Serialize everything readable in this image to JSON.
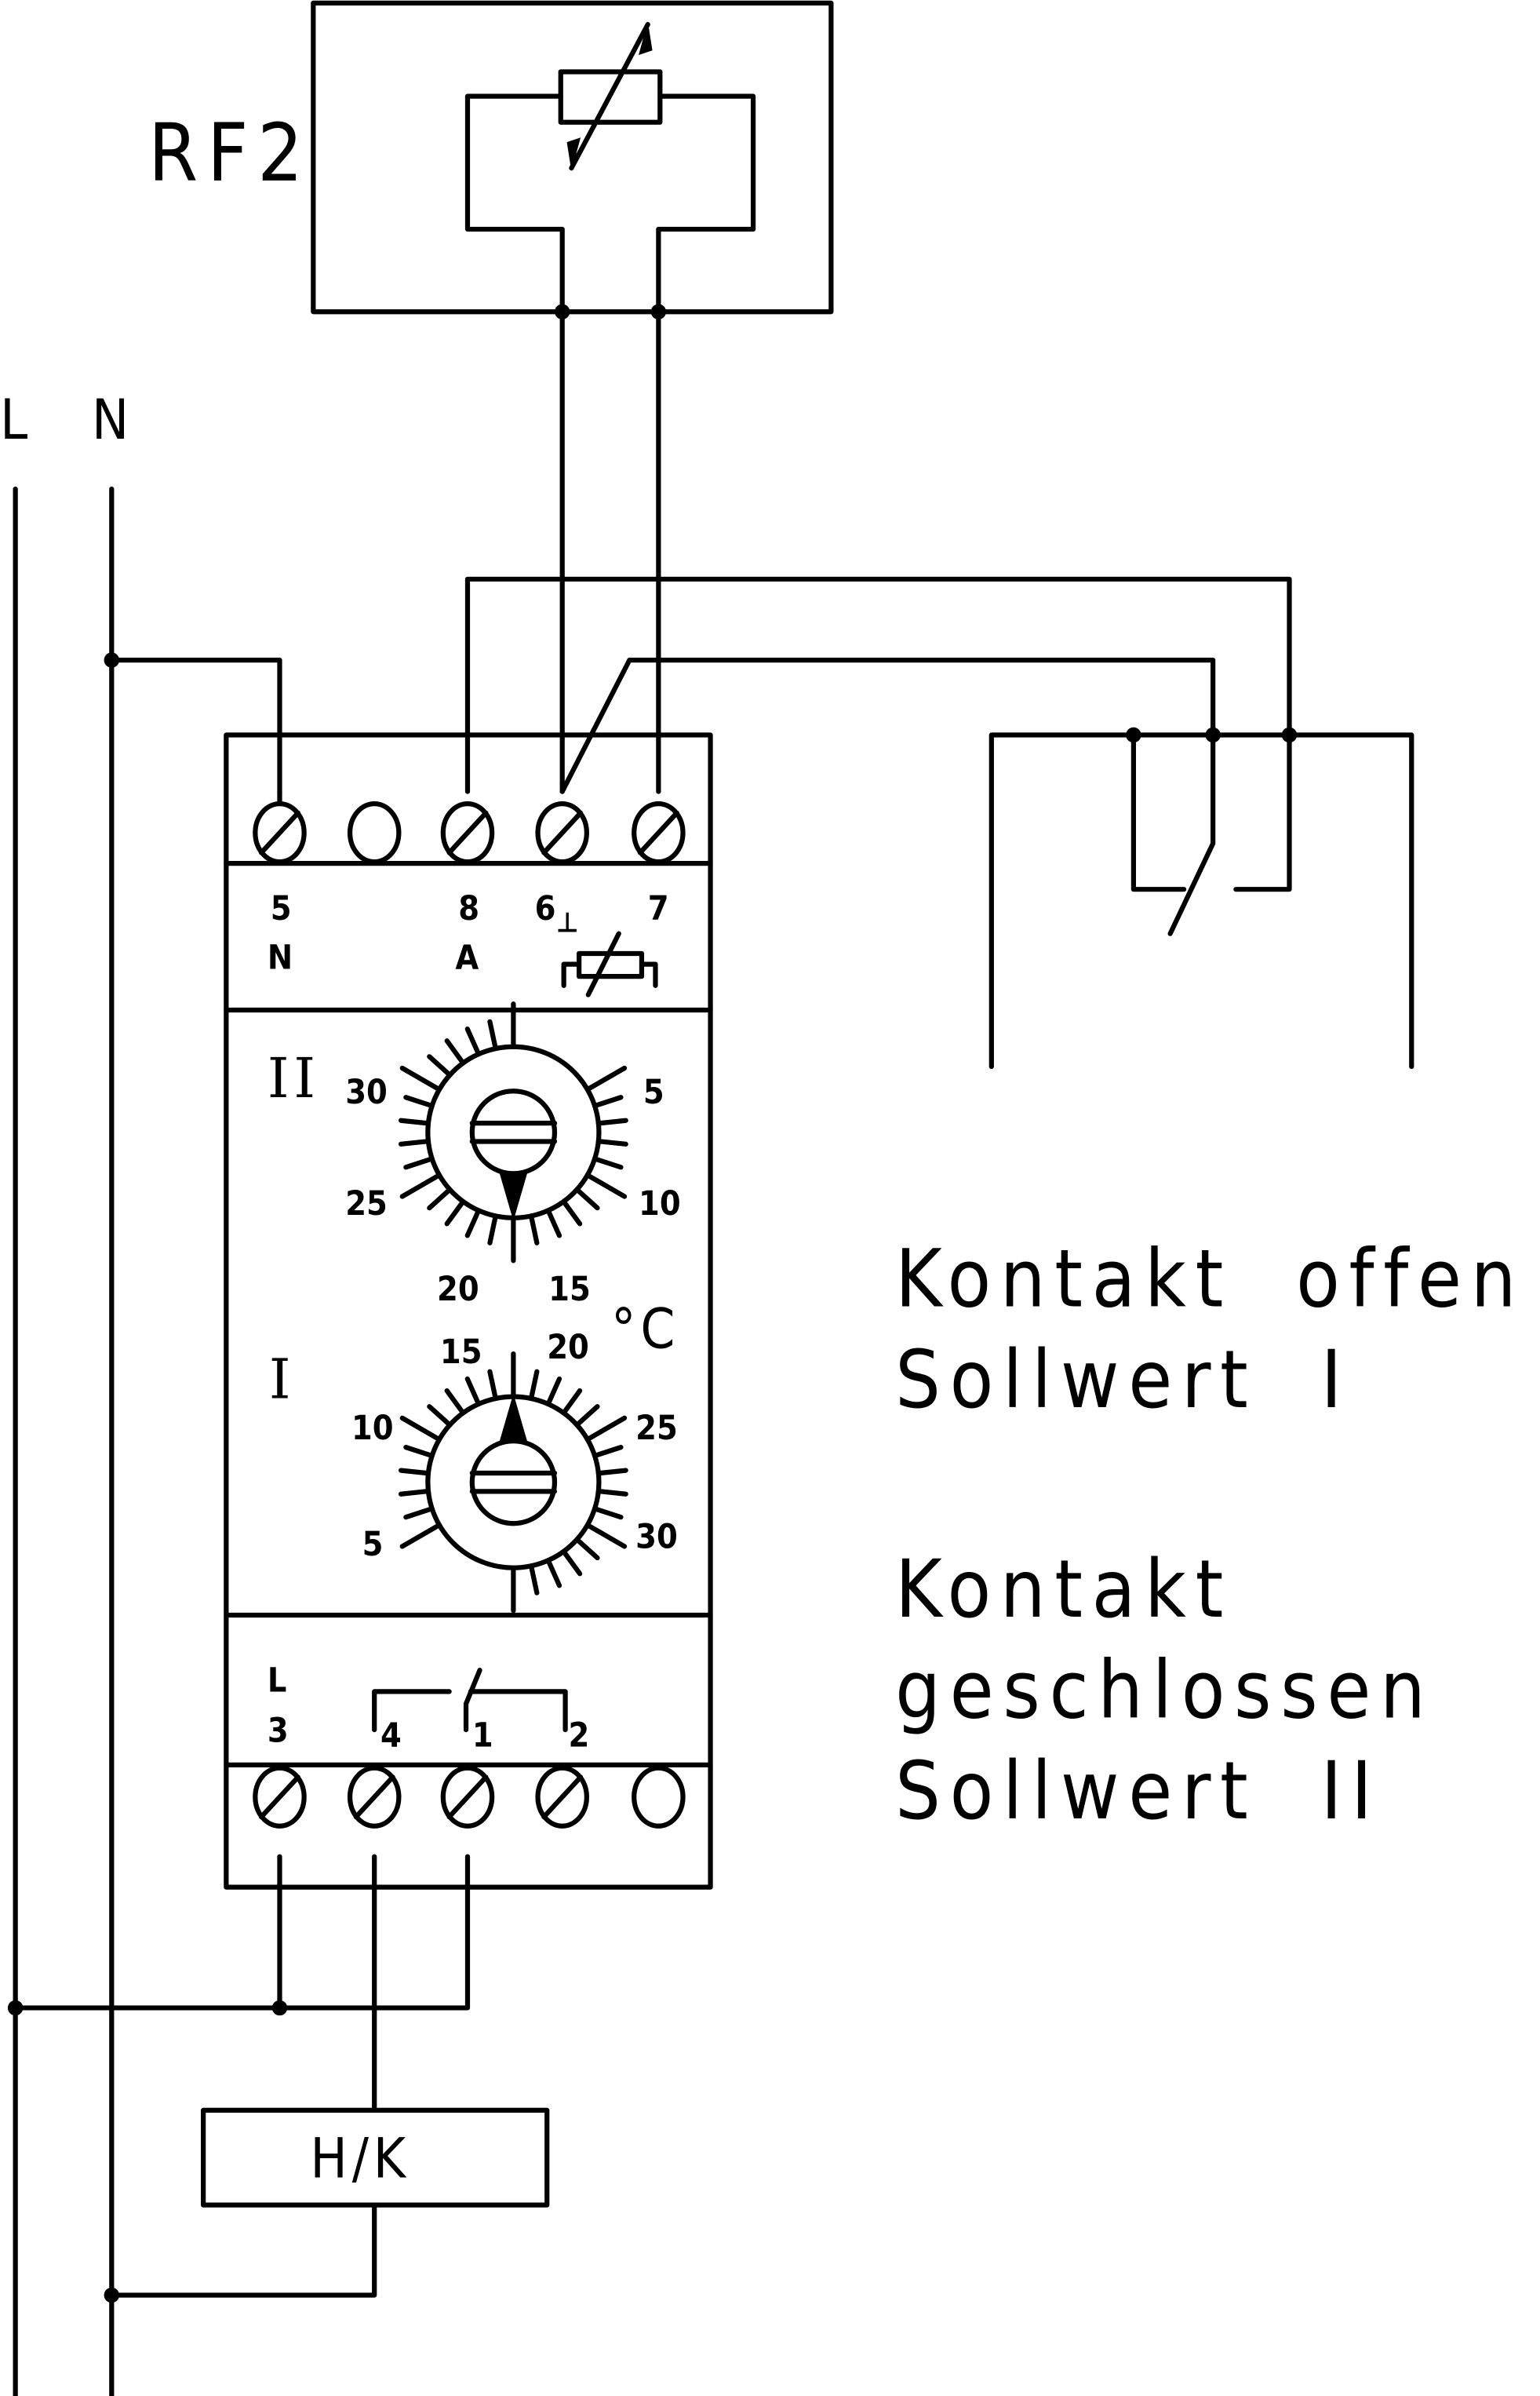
{
  "diagram": {
    "sensor_label": "RF2",
    "bus_labels": {
      "line": "L",
      "neutral": "N"
    },
    "top_terminals": [
      {
        "number": "5",
        "function": "N",
        "screw": true
      },
      {
        "number": "",
        "function": "",
        "screw": false
      },
      {
        "number": "8",
        "function": "A",
        "screw": true
      },
      {
        "number": "6",
        "function": "⊥",
        "screw": true
      },
      {
        "number": "7",
        "function": "",
        "screw": true
      }
    ],
    "bottom_terminals": [
      {
        "number": "3",
        "function": "L",
        "screw": true
      },
      {
        "number": "4",
        "function": "",
        "screw": true
      },
      {
        "number": "1",
        "function": "",
        "screw": true
      },
      {
        "number": "2",
        "function": "",
        "screw": true
      },
      {
        "number": "",
        "function": "",
        "screw": false
      }
    ],
    "dial_II": {
      "label": "II",
      "scale": [
        "30",
        "5",
        "25",
        "10",
        "20",
        "15"
      ],
      "setpoint_approx_c": 17.5
    },
    "dial_I": {
      "label": "I",
      "scale": [
        "15",
        "20",
        "10",
        "25",
        "5",
        "30"
      ],
      "setpoint_approx_c": 17.5
    },
    "unit": "°C",
    "load_label": "H/K",
    "notes": {
      "line1": "Kontakt  offen",
      "line2": "Sollwert  I",
      "line3": "Kontakt",
      "line4": "geschlossen",
      "line5": "Sollwert  II"
    }
  }
}
